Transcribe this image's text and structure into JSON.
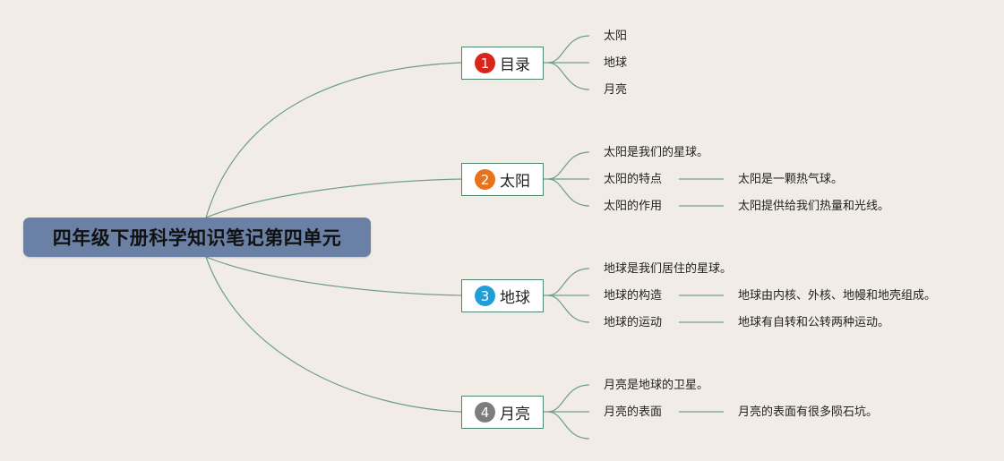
{
  "root": {
    "title": "四年级下册科学知识笔记第四单元"
  },
  "branches": [
    {
      "num": "1",
      "label": "目录",
      "color": "#d8261c",
      "children": [
        {
          "text": "太阳"
        },
        {
          "text": "地球"
        },
        {
          "text": "月亮"
        }
      ]
    },
    {
      "num": "2",
      "label": "太阳",
      "color": "#e8731c",
      "children": [
        {
          "text": "太阳是我们的星球。"
        },
        {
          "text": "太阳的特点",
          "detail": "太阳是一颗热气球。"
        },
        {
          "text": "太阳的作用",
          "detail": "太阳提供给我们热量和光线。"
        }
      ]
    },
    {
      "num": "3",
      "label": "地球",
      "color": "#1f9ed8",
      "children": [
        {
          "text": "地球是我们居住的星球。"
        },
        {
          "text": "地球的构造",
          "detail": "地球由内核、外核、地幔和地壳组成。"
        },
        {
          "text": "地球的运动",
          "detail": "地球有自转和公转两种运动。"
        }
      ]
    },
    {
      "num": "4",
      "label": "月亮",
      "color": "#7d7d7d",
      "children": [
        {
          "text": "月亮是地球的卫星。"
        },
        {
          "text": "月亮的表面",
          "detail": "月亮的表面有很多陨石坑。"
        },
        {
          "text": ""
        }
      ]
    }
  ],
  "colors": {
    "background": "#f1ece6",
    "root_fill": "#6a80a4",
    "link": "#6f9e86",
    "node_border": "#4f8573"
  }
}
